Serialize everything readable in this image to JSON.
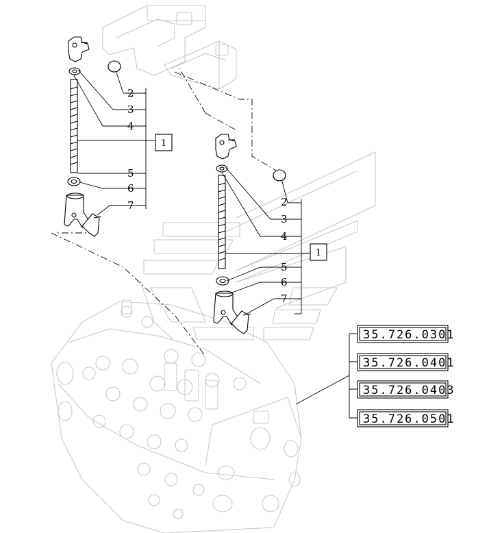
{
  "group_left": {
    "item_numbers": [
      "2",
      "3",
      "4",
      "5",
      "6",
      "7"
    ],
    "box_label": "1"
  },
  "group_right": {
    "item_numbers": [
      "2",
      "3",
      "4",
      "5",
      "6",
      "7"
    ],
    "box_label": "1"
  },
  "references": [
    "35.726.0301",
    "35.726.0401",
    "35.726.0403",
    "35.726.0501"
  ]
}
